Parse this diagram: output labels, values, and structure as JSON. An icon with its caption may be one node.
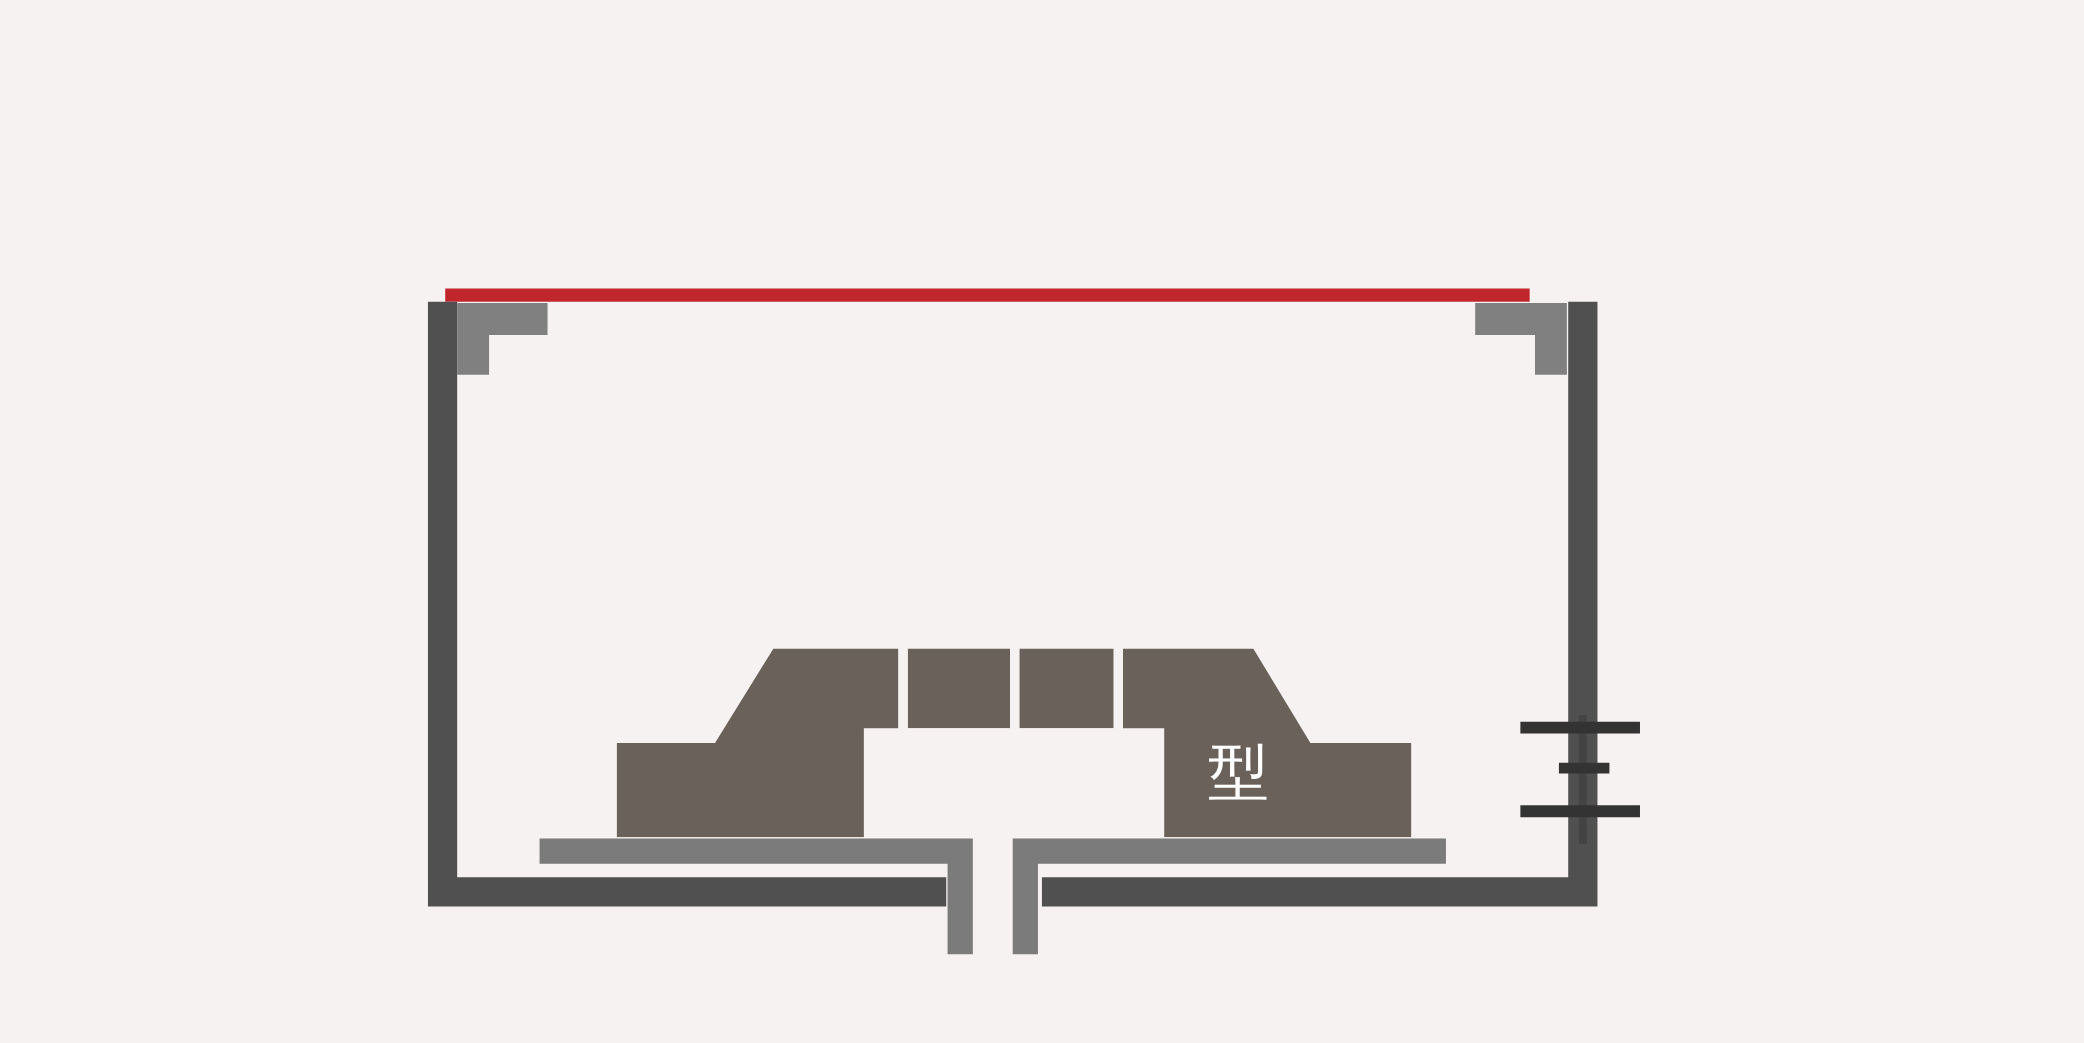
{
  "diagram": {
    "nodes": [
      {
        "text": [],
        "shape": "box"
      },
      {
        "text": [],
        "shape": "box"
      },
      {
        "text": [],
        "shape": "box"
      },
      {
        "text": [
          "型"
        ]
      }
    ]
  }
}
